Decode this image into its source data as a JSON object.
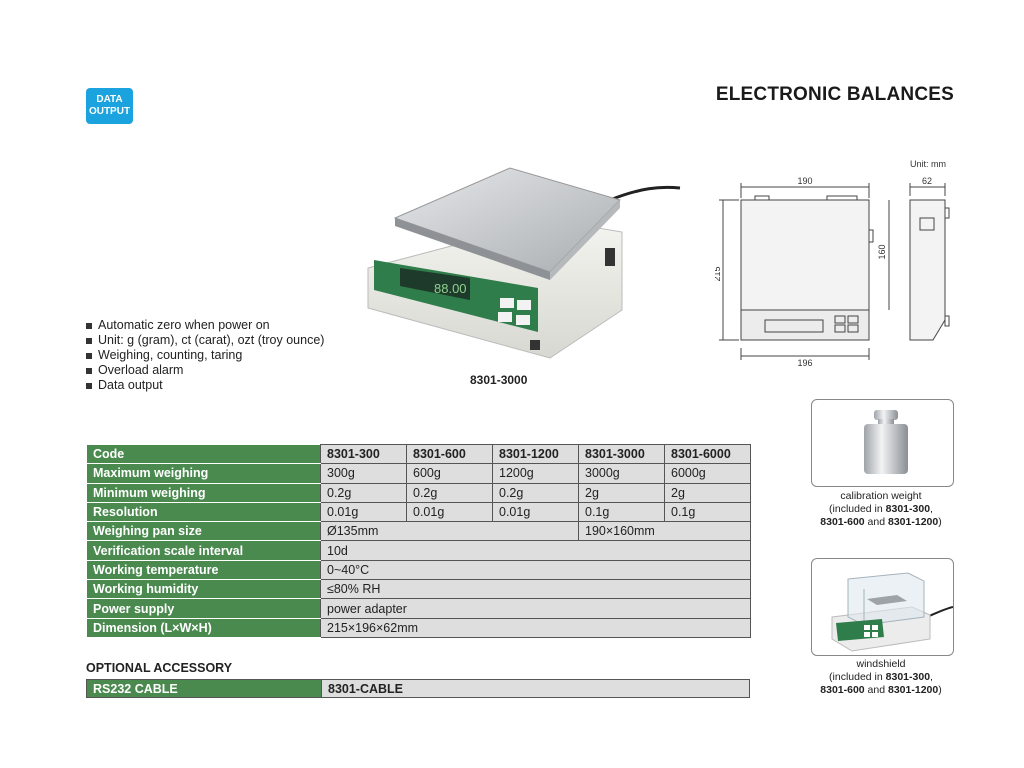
{
  "badge": {
    "line1": "DATA",
    "line2": "OUTPUT"
  },
  "title": "ELECTRONIC BALANCES",
  "unit_note": "Unit: mm",
  "product_caption": "8301-3000",
  "features": [
    "Automatic zero when power on",
    "Unit: g (gram), ct (carat), ozt (troy ounce)",
    "Weighing, counting, taring",
    "Overload alarm",
    "Data output"
  ],
  "dimensions": {
    "width": "190",
    "height": "215",
    "inner_height": "160",
    "base_width": "196",
    "depth": "62"
  },
  "specs": {
    "header_label": "Code",
    "models": [
      "8301-300",
      "8301-600",
      "8301-1200",
      "8301-3000",
      "8301-6000"
    ],
    "max_label": "Maximum weighing",
    "max": [
      "300g",
      "600g",
      "1200g",
      "3000g",
      "6000g"
    ],
    "min_label": "Minimum weighing",
    "min": [
      "0.2g",
      "0.2g",
      "0.2g",
      "2g",
      "2g"
    ],
    "res_label": "Resolution",
    "res": [
      "0.01g",
      "0.01g",
      "0.01g",
      "0.1g",
      "0.1g"
    ],
    "pan_label": "Weighing pan size",
    "pan_small": "Ø135mm",
    "pan_large": "190×160mm",
    "verif_label": "Verification scale interval",
    "verif": "10d",
    "temp_label": "Working temperature",
    "temp": "0~40°C",
    "hum_label": "Working humidity",
    "hum": "≤80% RH",
    "power_label": "Power supply",
    "power": "power adapter",
    "dim_label": "Dimension (L×W×H)",
    "dim": "215×196×62mm"
  },
  "accessory": {
    "title": "OPTIONAL ACCESSORY",
    "name": "RS232 CABLE",
    "code": "8301-CABLE"
  },
  "calibration": {
    "line1": "calibration weight",
    "line2_pre": "(included in ",
    "line2_bold": "8301-300",
    "line2_post": ",",
    "line3_bold_a": "8301-600",
    "line3_mid": " and ",
    "line3_bold_b": "8301-1200",
    "line3_post": ")"
  },
  "windshield": {
    "line1": "windshield",
    "line2_pre": "(included in ",
    "line2_bold": "8301-300",
    "line2_post": ",",
    "line3_bold_a": "8301-600",
    "line3_mid": " and ",
    "line3_bold_b": "8301-1200",
    "line3_post": ")"
  },
  "colors": {
    "badge": "#1aa3df",
    "label_green": "#4a8a4f",
    "cell_gray": "#dedede"
  }
}
